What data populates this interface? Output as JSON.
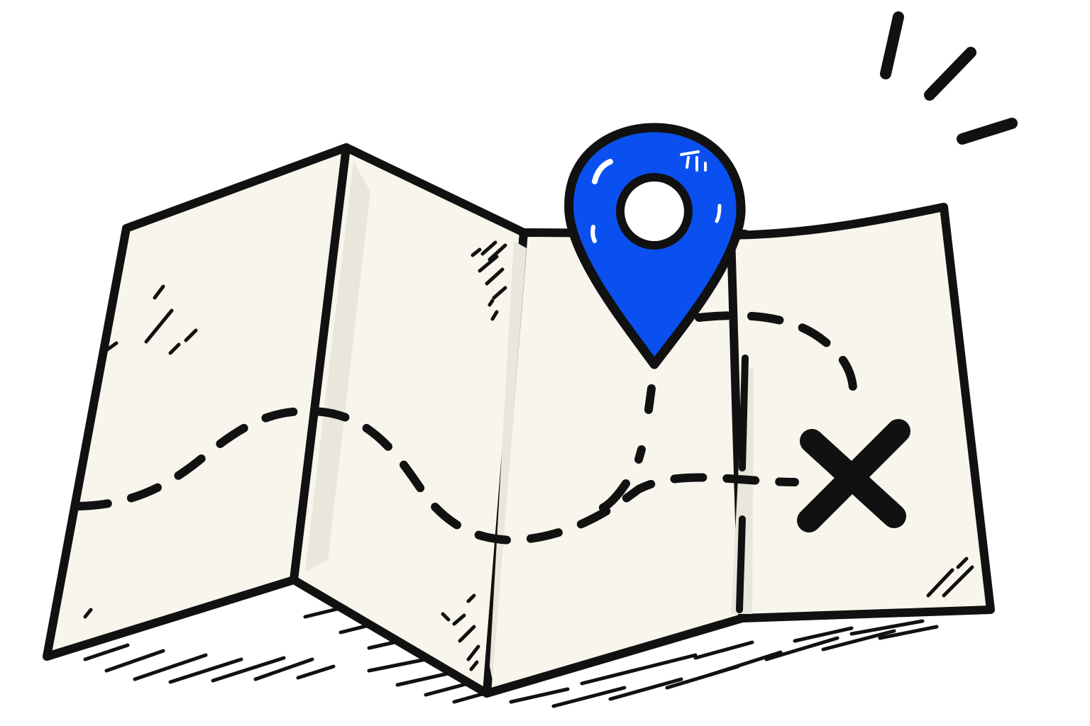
{
  "image": {
    "kind": "hand-drawn illustration",
    "subject": "folded-paper-map",
    "icons": [
      "folded-map-icon",
      "map-pin-icon",
      "destination-x-icon",
      "dashed-route-line",
      "sparkle-lines-icon",
      "shadow-hatching"
    ]
  },
  "colors": {
    "paper": "#f8f6ec",
    "paper_shade": "#e9e6dc",
    "ink": "#111111",
    "pin_blue": "#0a50f0",
    "pin_highlight": "#ffffff",
    "background": "#ffffff"
  }
}
